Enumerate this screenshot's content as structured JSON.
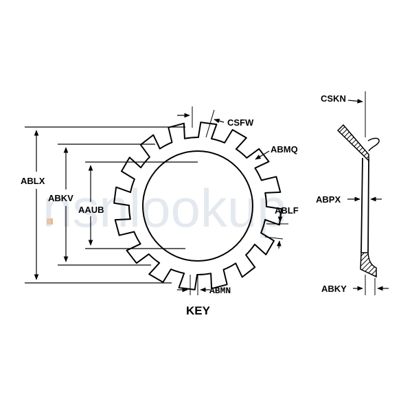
{
  "watermark": "nsnlookup",
  "labels": {
    "ablx": "ABLX",
    "abkv": "ABKV",
    "aaub": "AAUB",
    "csfw": "CSFW",
    "abmq": "ABMQ",
    "ablf": "ABLF",
    "abmn": "ABMN",
    "key": "KEY",
    "cskn": "CSKN",
    "abpx": "ABPX",
    "abky": "ABKY"
  },
  "washer": {
    "tooth_count": 16
  },
  "colors": {
    "ink": "#000000",
    "watermark": "#cfd8e3",
    "watermark_dot": "#f3a15a"
  }
}
